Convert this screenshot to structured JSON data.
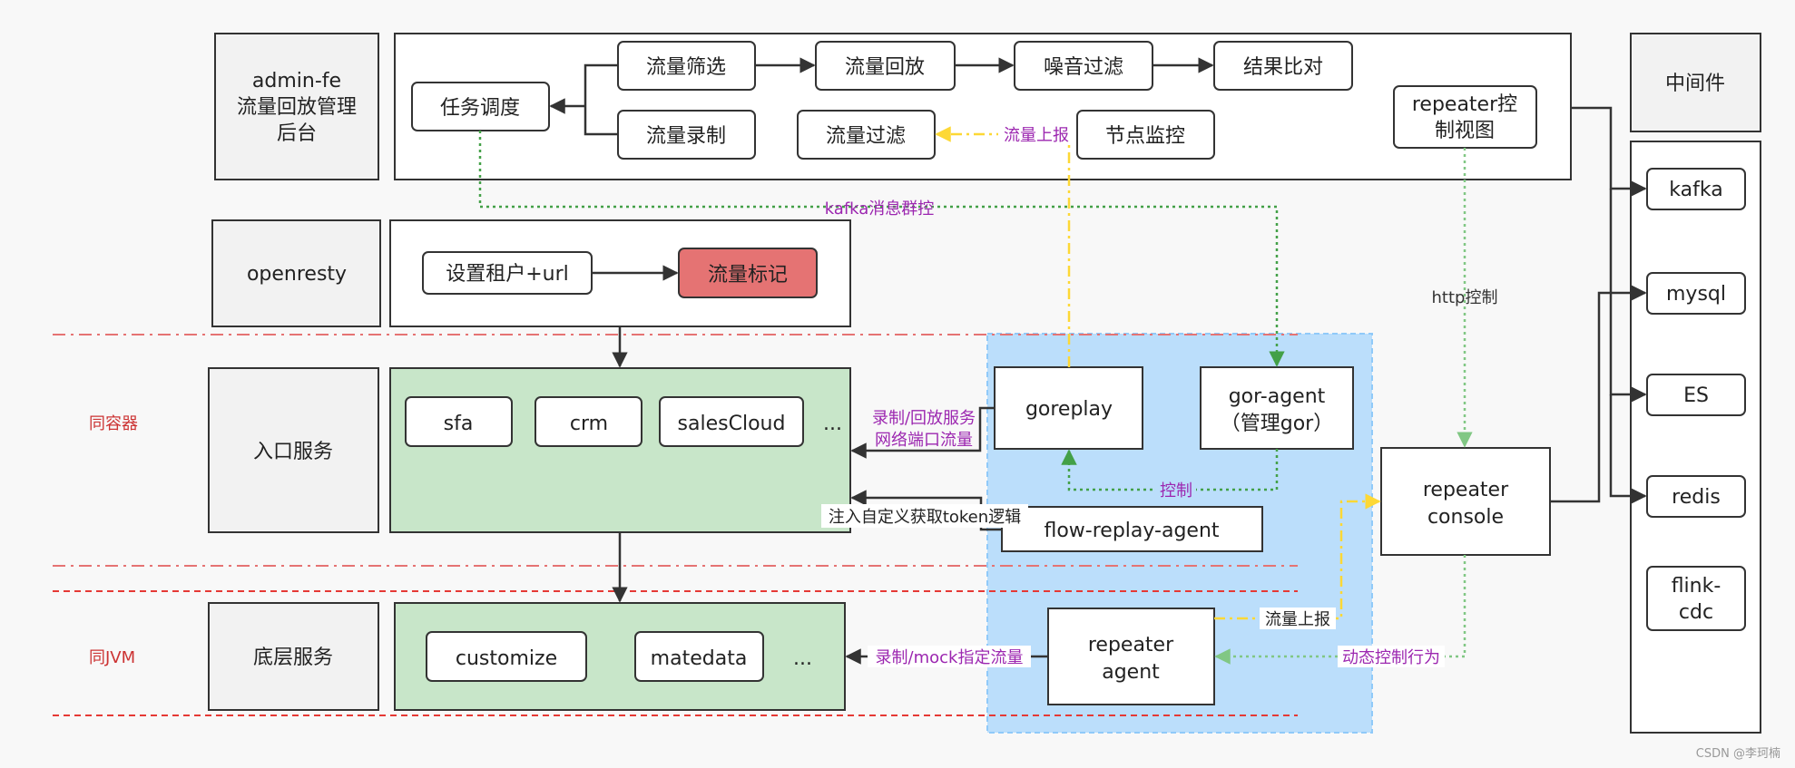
{
  "left_column": {
    "admin_fe_line1": "admin-fe",
    "admin_fe_line2": "流量回放管理",
    "admin_fe_line3": "后台",
    "openresty": "openresty",
    "entry_service": "入口服务",
    "base_service": "底层服务"
  },
  "admin_panel": {
    "task_schedule": "任务调度",
    "traffic_filter_select": "流量筛选",
    "traffic_replay": "流量回放",
    "noise_filter": "噪音过滤",
    "result_compare": "结果比对",
    "traffic_record": "流量录制",
    "traffic_filter": "流量过滤",
    "node_monitor": "节点监控",
    "repeater_view_line1": "repeater控",
    "repeater_view_line2": "制视图"
  },
  "openresty_panel": {
    "set_tenant": "设置租户+url",
    "traffic_mark": "流量标记"
  },
  "entry_panel": {
    "sfa": "sfa",
    "crm": "crm",
    "sales_cloud": "salesCloud",
    "more": "..."
  },
  "base_panel": {
    "customize": "customize",
    "matedata": "matedata",
    "more": "..."
  },
  "agents": {
    "goreplay": "goreplay",
    "gor_agent_line1": "gor-agent",
    "gor_agent_line2": "（管理gor）",
    "flow_replay_agent": "flow-replay-agent",
    "repeater_agent_line1": "repeater",
    "repeater_agent_line2": "agent",
    "repeater_console_line1": "repeater",
    "repeater_console_line2": "console"
  },
  "middleware": {
    "title": "中间件",
    "kafka": "kafka",
    "mysql": "mysql",
    "es": "ES",
    "redis": "redis",
    "flink_line1": "flink-",
    "flink_line2": "cdc"
  },
  "edge_labels": {
    "traffic_report_top": "流量上报",
    "kafka_group_control": "kafka消息群控",
    "http_control": "http控制",
    "record_replay_line1": "录制/回放服务",
    "record_replay_line2": "网络端口流量",
    "control": "控制",
    "inject_token": "注入自定义获取token逻辑",
    "traffic_report_bottom": "流量上报",
    "record_mock": "录制/mock指定流量",
    "dynamic_control": "动态控制行为"
  },
  "side_labels": {
    "same_container": "同容器",
    "same_jvm": "同JVM"
  },
  "watermark": "CSDN @李珂楠",
  "colors": {
    "green_fill": "#c8e6c9",
    "blue_fill": "#bbdefb",
    "red_fill": "#e57373",
    "grey_fill": "#f2f2f2",
    "purple_text": "#9c27b0",
    "green_dotted": "#43a047",
    "light_green_dotted": "#81c784",
    "yellow_dashdot": "#fdd835",
    "red_dashed": "#e53935"
  }
}
